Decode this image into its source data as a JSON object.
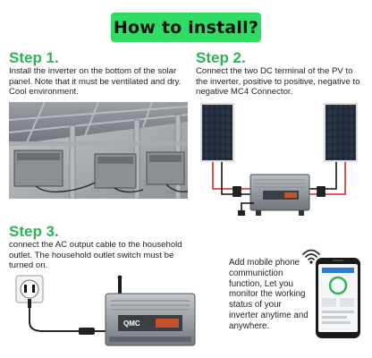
{
  "title": "How to install?",
  "steps": [
    {
      "heading": "Step 1.",
      "text": "Install the inverter on the bottom of the solar panel. Note that it must be ventilated and dry. Cool environment."
    },
    {
      "heading": "Step 2.",
      "text": "Connect the two DC terminal of the PV to the inverter, positive to positive, negative to negative MC4 Connector."
    },
    {
      "heading": "Step 3.",
      "text": "connect the AC output cable to the household outlet. The household outlet switch must be turned on."
    }
  ],
  "wifi_note": "Add mobile phone communiction function, Let you monitor the working status of your inverter anytime and anywhere.",
  "brand_mark": "QMC",
  "colors": {
    "title_bg": "#2fdd65",
    "step_heading": "#2bb458",
    "positive_wire": "#d92a22",
    "negative_wire": "#111111"
  },
  "icons": [
    "wifi-icon",
    "plug-icon",
    "antenna-icon"
  ]
}
